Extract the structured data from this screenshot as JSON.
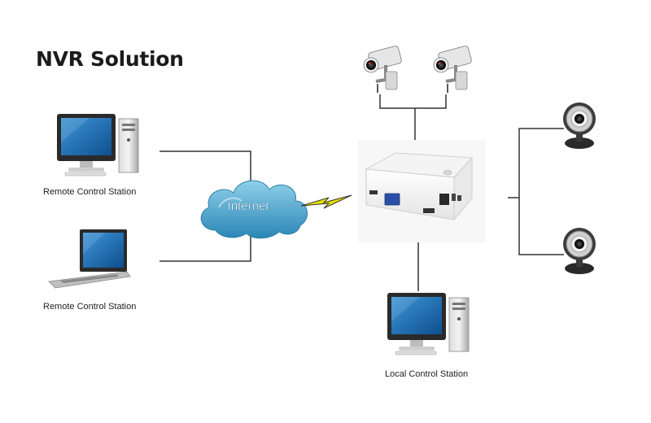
{
  "title": "NVR Solution",
  "labels": {
    "remote_station_1": "Remote Control Station",
    "remote_station_2": "Remote Control Station",
    "local_station": "Local Control Station",
    "internet": "Internet"
  },
  "icons": {
    "desktop": "desktop-computer-icon",
    "laptop": "laptop-icon",
    "cloud": "cloud-icon",
    "wireless": "lightning-link-icon",
    "nvr": "nvr-device-icon",
    "bullet_camera": "cctv-camera-icon",
    "webcam": "webcam-icon"
  },
  "colors": {
    "cloud": "#4aa3c9",
    "screen": "#1e73b8",
    "lightning": "#e8e000",
    "line": "#333333"
  }
}
